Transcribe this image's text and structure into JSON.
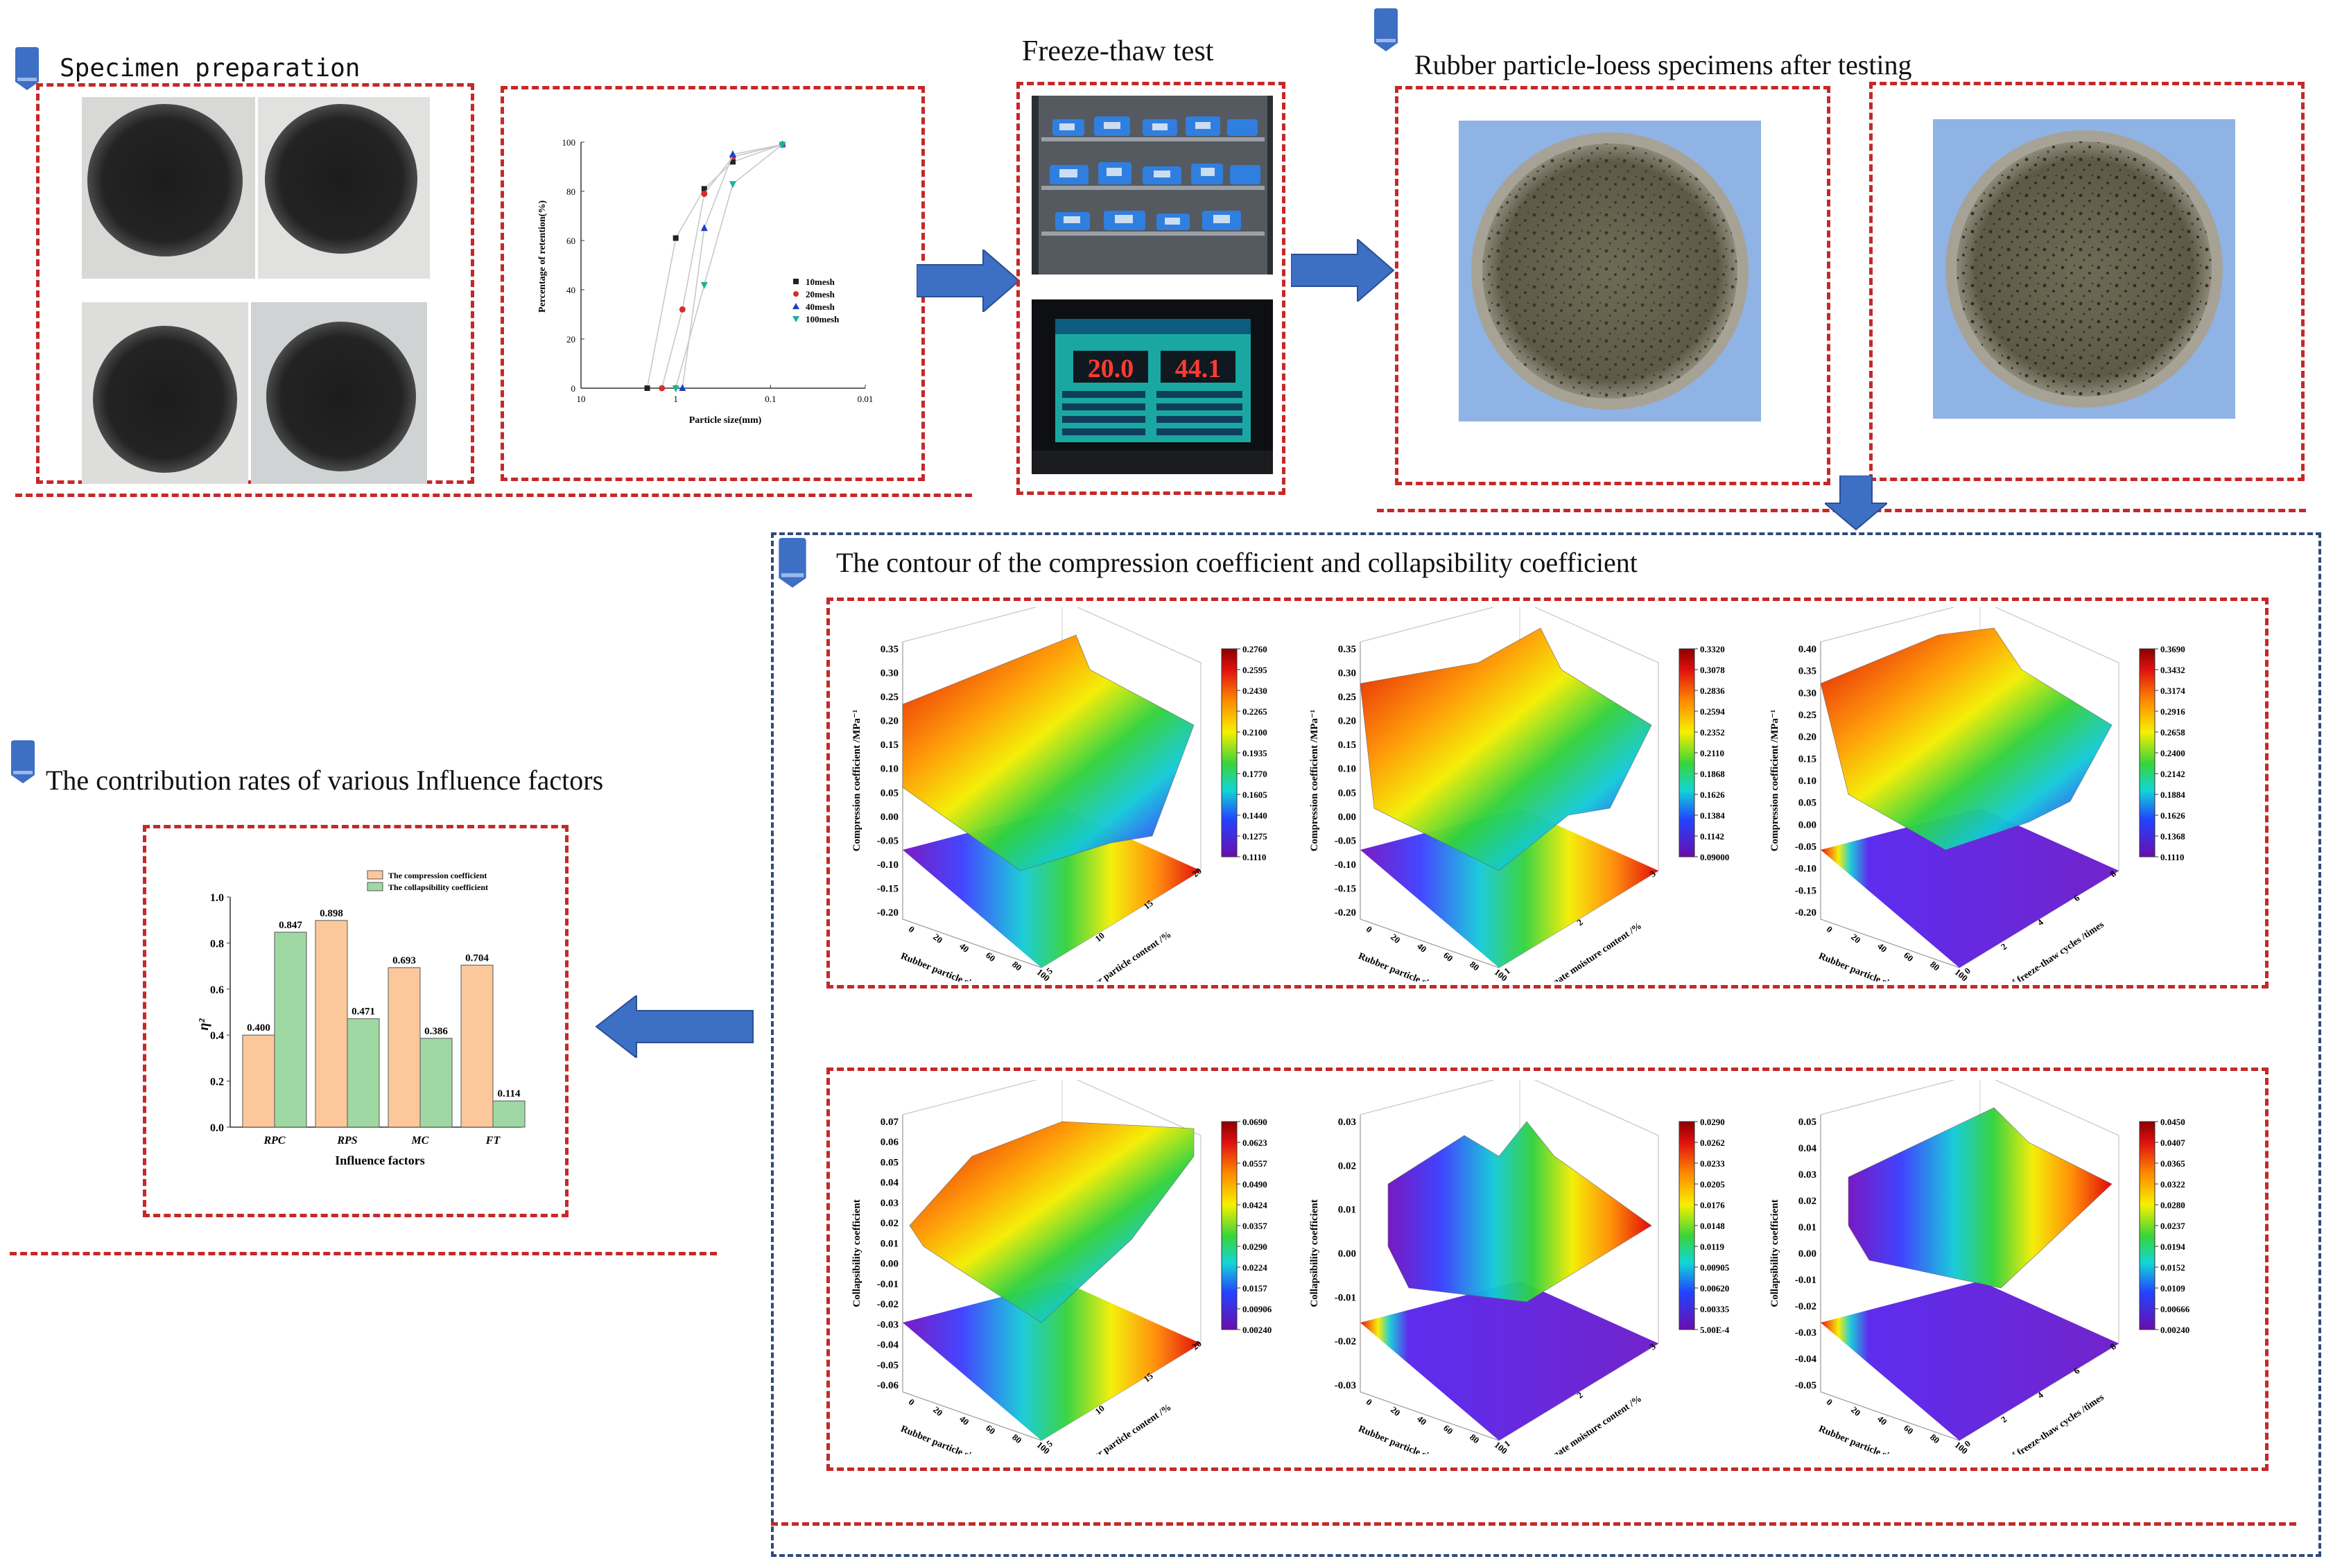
{
  "sections": {
    "specimen_title": "Specimen preparation",
    "freeze_title": "Freeze-thaw test",
    "after_title": "Rubber particle-loess specimens after testing",
    "contour_title": "The contour of the compression coefficient and collapsibility coefficient",
    "contribution_title": "The contribution rates of various Influence factors"
  },
  "display": {
    "temp": "20.0",
    "humidity": "44.1"
  },
  "colors": {
    "accent_red": "#c62828",
    "accent_blue": "#2f4a7a",
    "arrow_blue": "#3d6fc4",
    "bar_compression": "#fcc89b",
    "bar_collapsibility": "#9fd8a3"
  },
  "gradation_chart": {
    "type": "line",
    "ylabel": "Percentage of retention(%)",
    "xlabel": "Particle size(mm)",
    "x_ticks": [
      "10",
      "1",
      "0.1",
      "0.01"
    ],
    "y_ticks": [
      "0",
      "20",
      "40",
      "60",
      "80",
      "100"
    ],
    "xlim": [
      10,
      0.01
    ],
    "ylim": [
      0,
      100
    ],
    "x_scale": "log",
    "legend": [
      "10mesh",
      "20mesh",
      "40mesh",
      "100mesh"
    ],
    "series": [
      {
        "name": "10mesh",
        "color": "#222222",
        "marker": "square",
        "points": [
          [
            2,
            0
          ],
          [
            1,
            61
          ],
          [
            0.5,
            81
          ],
          [
            0.25,
            92
          ],
          [
            0.075,
            99
          ]
        ]
      },
      {
        "name": "20mesh",
        "color": "#d32f2f",
        "marker": "circle",
        "points": [
          [
            1.4,
            0
          ],
          [
            0.85,
            32
          ],
          [
            0.5,
            79
          ],
          [
            0.25,
            94
          ],
          [
            0.075,
            99
          ]
        ]
      },
      {
        "name": "40mesh",
        "color": "#1e40c8",
        "marker": "triangle",
        "points": [
          [
            0.85,
            0
          ],
          [
            0.5,
            65
          ],
          [
            0.25,
            95
          ],
          [
            0.075,
            99
          ]
        ]
      },
      {
        "name": "100mesh",
        "color": "#1ab394",
        "marker": "triangle-down",
        "points": [
          [
            1,
            0
          ],
          [
            0.5,
            42
          ],
          [
            0.25,
            83
          ],
          [
            0.075,
            99
          ]
        ]
      }
    ]
  },
  "chart_data": {
    "type": "bar",
    "categories": [
      "RPC",
      "RPS",
      "MC",
      "FT"
    ],
    "series": [
      {
        "name": "The compression coefficient",
        "values": [
          0.4,
          0.898,
          0.693,
          0.704
        ],
        "labels": [
          "0.400",
          "0.898",
          "0.693",
          "0.704"
        ]
      },
      {
        "name": "The collapsibility coefficient",
        "values": [
          0.847,
          0.471,
          0.386,
          0.114
        ],
        "labels": [
          "0.847",
          "0.471",
          "0.386",
          "0.114"
        ]
      }
    ],
    "ylabel": "η²",
    "xlabel": "Influence factors",
    "ylim": [
      0,
      1.0
    ],
    "y_ticks": [
      "0.0",
      "0.2",
      "0.4",
      "0.6",
      "0.8",
      "1.0"
    ],
    "legend": "top-right"
  },
  "contours": {
    "row1": [
      {
        "zlabel": "Compression coefficient /MPa⁻¹",
        "z_ticks": [
          "0.35",
          "0.30",
          "0.25",
          "0.20",
          "0.15",
          "0.10",
          "0.05",
          "0.00",
          "-0.05",
          "-0.10",
          "-0.15",
          "-0.20"
        ],
        "xlabel": "Rubber particle size /mesh",
        "x_ticks": [
          "0",
          "20",
          "40",
          "60",
          "80",
          "100"
        ],
        "ylabel": "Rubber particle content /%",
        "y_ticks": [
          "5",
          "10",
          "15",
          "20"
        ],
        "scale": [
          "0.2760",
          "0.2595",
          "0.2430",
          "0.2265",
          "0.2100",
          "0.1935",
          "0.1770",
          "0.1605",
          "0.1440",
          "0.1275",
          "0.1110"
        ]
      },
      {
        "zlabel": "Compression coefficient /MPa⁻¹",
        "z_ticks": [
          "0.35",
          "0.30",
          "0.25",
          "0.20",
          "0.15",
          "0.10",
          "0.05",
          "0.00",
          "-0.05",
          "-0.10",
          "-0.15",
          "-0.20"
        ],
        "xlabel": "Rubber particle size /mesh",
        "x_ticks": [
          "0",
          "20",
          "40",
          "60",
          "80",
          "100"
        ],
        "ylabel": "Proportionate moisture content /%",
        "y_ticks": [
          "1",
          "2",
          "3"
        ],
        "scale": [
          "0.3320",
          "0.3078",
          "0.2836",
          "0.2594",
          "0.2352",
          "0.2110",
          "0.1868",
          "0.1626",
          "0.1384",
          "0.1142",
          "0.09000"
        ]
      },
      {
        "zlabel": "Compression coefficient /MPa⁻¹",
        "z_ticks": [
          "0.40",
          "0.35",
          "0.30",
          "0.25",
          "0.20",
          "0.15",
          "0.10",
          "0.05",
          "0.00",
          "-0.05",
          "-0.10",
          "-0.15",
          "-0.20"
        ],
        "xlabel": "Rubber particle size /mesh",
        "x_ticks": [
          "0",
          "20",
          "40",
          "60",
          "80",
          "100"
        ],
        "ylabel": "Number of freeze-thaw cycles /times",
        "y_ticks": [
          "0",
          "2",
          "4",
          "6",
          "8"
        ],
        "scale": [
          "0.3690",
          "0.3432",
          "0.3174",
          "0.2916",
          "0.2658",
          "0.2400",
          "0.2142",
          "0.1884",
          "0.1626",
          "0.1368",
          "0.1110"
        ]
      }
    ],
    "row2": [
      {
        "zlabel": "Collapsibility coefficient",
        "z_ticks": [
          "0.07",
          "0.06",
          "0.05",
          "0.04",
          "0.03",
          "0.02",
          "0.01",
          "0.00",
          "-0.01",
          "-0.02",
          "-0.03",
          "-0.04",
          "-0.05",
          "-0.06"
        ],
        "xlabel": "Rubber particle size /mesh",
        "x_ticks": [
          "0",
          "20",
          "40",
          "60",
          "80",
          "100"
        ],
        "ylabel": "Rubber particle content /%",
        "y_ticks": [
          "5",
          "10",
          "15",
          "20"
        ],
        "scale": [
          "0.0690",
          "0.0623",
          "0.0557",
          "0.0490",
          "0.0424",
          "0.0357",
          "0.0290",
          "0.0224",
          "0.0157",
          "0.00906",
          "0.00240"
        ]
      },
      {
        "zlabel": "Collapsibility coefficient",
        "z_ticks": [
          "0.03",
          "0.02",
          "0.01",
          "0.00",
          "-0.01",
          "-0.02",
          "-0.03"
        ],
        "xlabel": "Rubber particle size /mesh",
        "x_ticks": [
          "0",
          "20",
          "40",
          "60",
          "80",
          "100"
        ],
        "ylabel": "Proportionate moisture content /%",
        "y_ticks": [
          "1",
          "2",
          "3"
        ],
        "scale": [
          "0.0290",
          "0.0262",
          "0.0233",
          "0.0205",
          "0.0176",
          "0.0148",
          "0.0119",
          "0.00905",
          "0.00620",
          "0.00335",
          "5.00E-4"
        ]
      },
      {
        "zlabel": "Collapsibility coefficient",
        "z_ticks": [
          "0.05",
          "0.04",
          "0.03",
          "0.02",
          "0.01",
          "0.00",
          "-0.01",
          "-0.02",
          "-0.03",
          "-0.04",
          "-0.05"
        ],
        "xlabel": "Rubber particle size /mesh",
        "x_ticks": [
          "0",
          "20",
          "40",
          "60",
          "80",
          "100"
        ],
        "ylabel": "Number of freeze-thaw cycles /times",
        "y_ticks": [
          "0",
          "2",
          "4",
          "6",
          "8"
        ],
        "scale": [
          "0.0450",
          "0.0407",
          "0.0365",
          "0.0322",
          "0.0280",
          "0.0237",
          "0.0194",
          "0.0152",
          "0.0109",
          "0.00666",
          "0.00240"
        ]
      }
    ]
  }
}
